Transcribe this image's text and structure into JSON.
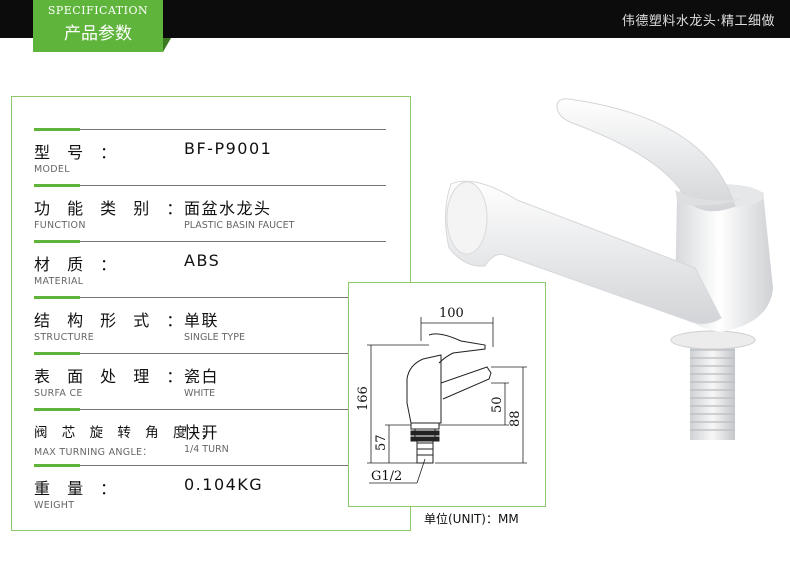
{
  "header": {
    "tag_en": "SPECIFICATION",
    "tag_zh": "产品参数",
    "slogan": "伟德塑料水龙头·精工细做"
  },
  "specs": [
    {
      "label_zh": "型 号 ：",
      "label_en": "MODEL",
      "value": "BF-P9001",
      "value_en": ""
    },
    {
      "label_zh": "功 能 类 别 ：",
      "label_en": "FUNCTION",
      "value": "面盆水龙头",
      "value_en": "PLASTIC BASIN FAUCET"
    },
    {
      "label_zh": "材 质 ：",
      "label_en": "MATERIAL",
      "value": "ABS",
      "value_en": ""
    },
    {
      "label_zh": "结 构 形 式 ：",
      "label_en": "STRUCTURE",
      "value": "单联",
      "value_en": "SINGLE TYPE"
    },
    {
      "label_zh": "表 面 处 理 ：",
      "label_en": "SURFA CE",
      "value": "瓷白",
      "value_en": "WHITE"
    },
    {
      "label_zh": "阀 芯 旋 转 角 度 ：",
      "label_en": "MAX TURNING ANGLE：",
      "value": "快开",
      "value_en": "1/4 TURN"
    },
    {
      "label_zh": "重 量 ：",
      "label_en": "WEIGHT",
      "value": "0.104KG",
      "value_en": ""
    }
  ],
  "diagram": {
    "width": "100",
    "height_total": "166",
    "spout_height": "50",
    "body_height": "88",
    "base_height": "57",
    "thread": "G1/2"
  },
  "unit_label": "单位(UNIT)：MM",
  "colors": {
    "accent_green": "#5fb53c",
    "header_bg": "#0c0c0c",
    "frame_border": "#8dc96b"
  }
}
